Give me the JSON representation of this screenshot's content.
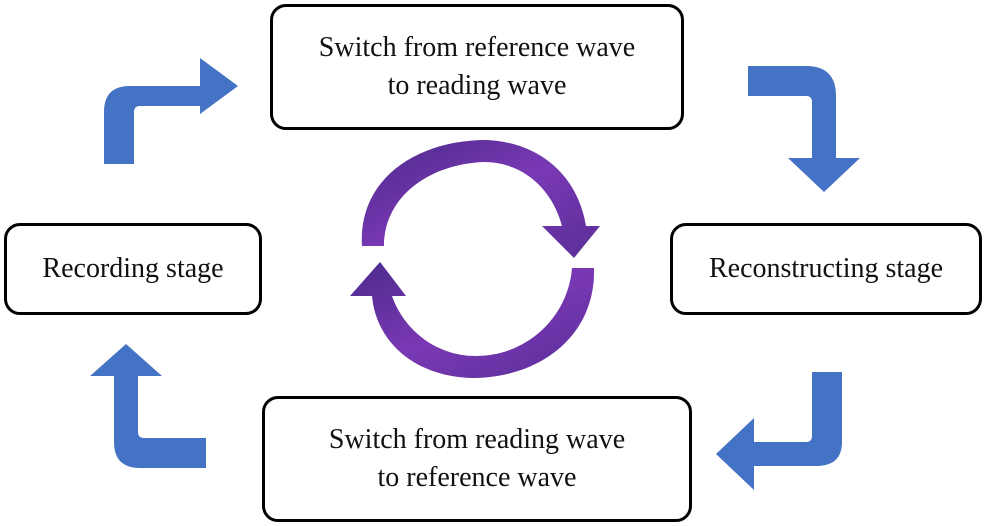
{
  "stages": {
    "top": {
      "line1": "Switch from reference wave",
      "line2": "to reading wave"
    },
    "left": {
      "label": "Recording stage"
    },
    "right": {
      "label": "Reconstructing stage"
    },
    "bottom": {
      "line1": "Switch from reading wave",
      "line2": "to reference wave"
    }
  },
  "colors": {
    "flow_arrow": "#4472c4",
    "cycle_arrow": "#7030a0",
    "border": "#000000"
  },
  "icons": [
    "flow-arrow-icon",
    "cycle-arrow-icon"
  ]
}
